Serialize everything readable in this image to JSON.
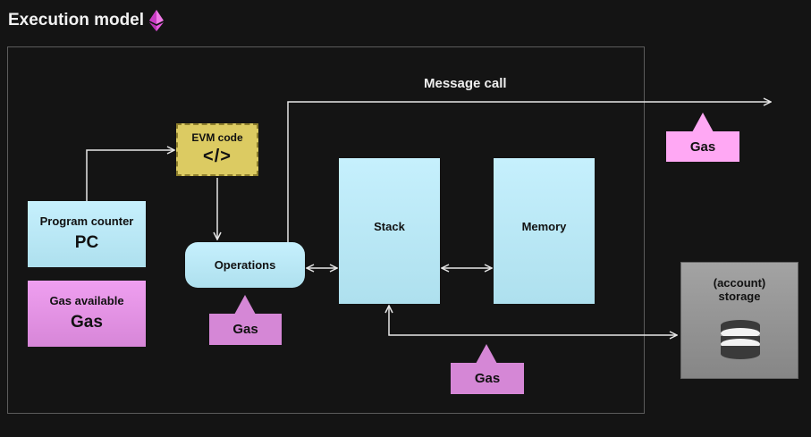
{
  "title": "Execution model",
  "labels": {
    "message_call": "Message call",
    "evm_code": "EVM code",
    "evm_code_glyph": "</>",
    "program_counter": "Program counter",
    "pc": "PC",
    "gas_available": "Gas available",
    "gas_big": "Gas",
    "operations": "Operations",
    "stack": "Stack",
    "memory": "Memory",
    "storage_line1": "(account)",
    "storage_line2": "storage",
    "gas_tag": "Gas"
  },
  "colors": {
    "background": "#141414",
    "blue_box": "#c6f0fd",
    "pink_box": "#ef9ff0",
    "evm_code_box": "#dccb62",
    "storage_box": "#9a9a9a",
    "gas_tag_message": "#ffa8f4",
    "gas_tag_dark": "#d587d6",
    "wire": "#e6e6e6",
    "title_icon": "#e75ae0"
  },
  "icons": {
    "title_icon": "ethereum-diamond-icon",
    "evm_code_icon": "code-brackets-icon",
    "storage_icon": "database-icon"
  }
}
